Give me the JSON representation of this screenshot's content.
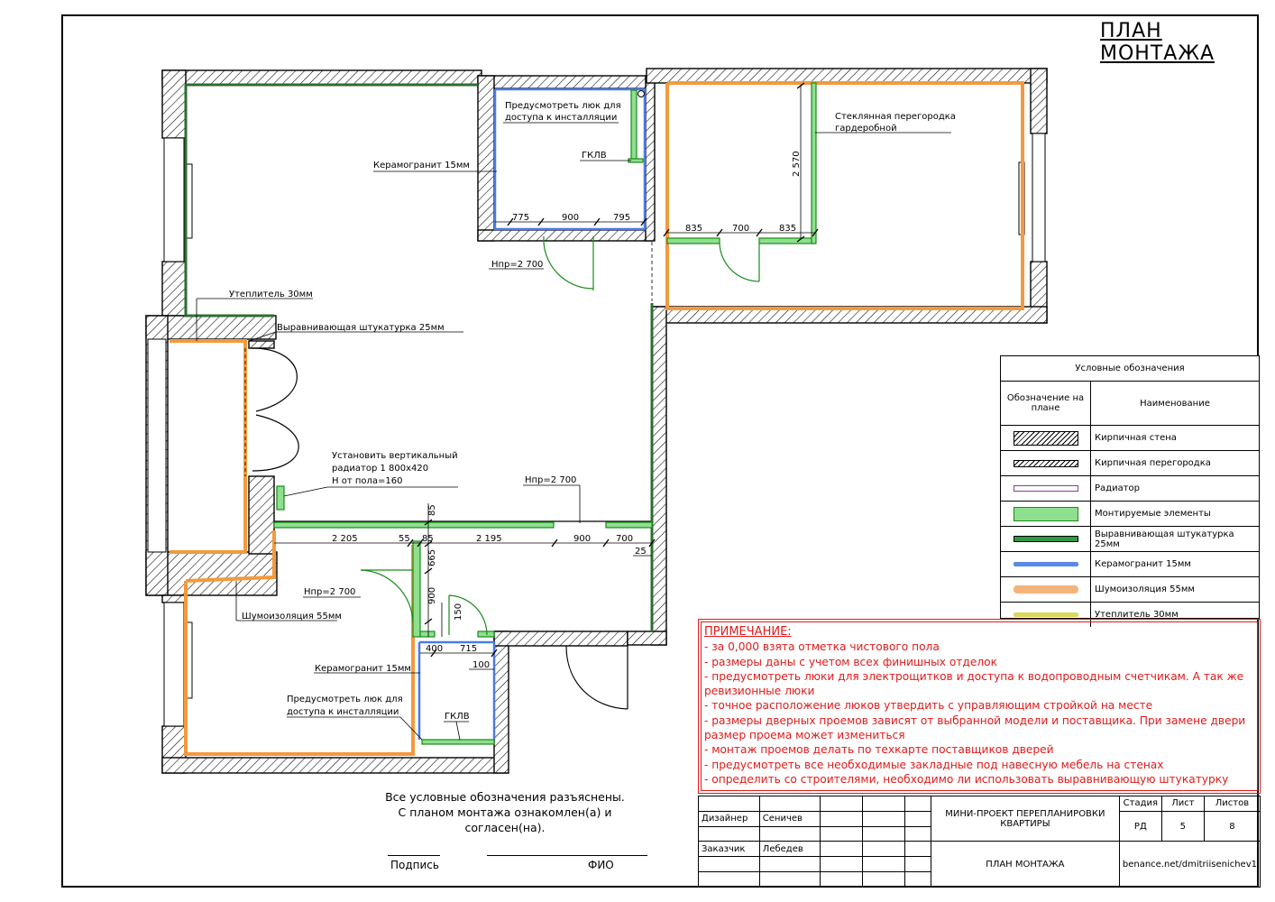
{
  "title": "ПЛАН МОНТАЖА",
  "labels": {
    "keramogranit_top": "Керамогранит 15мм",
    "hatch_top_line1": "Предусмотреть люк для",
    "hatch_top_line2": "доступа к инсталляции",
    "gklv_top": "ГКЛВ",
    "glass_line1": "Стеклянная перегородка",
    "glass_line2": "гардеробной",
    "npr_top": "Нпр=2 700",
    "uteplitel": "Утеплитель 30мм",
    "plaster": "Выравнивающая штукатурка 25мм",
    "radiator_line1": "Установить вертикальный",
    "radiator_line2": "радиатор 1 800х420",
    "radiator_line3": "Н от пола=160",
    "npr_mid": "Нпр=2 700",
    "npr_left": "Нпр=2 700",
    "noise": "Шумоизоляция 55мм",
    "keramogranit_bottom": "Керамогранит 15мм",
    "hatch_bot_line1": "Предусмотреть люк для",
    "hatch_bot_line2": "доступа к инсталляции",
    "gklv_bottom": "ГКЛВ"
  },
  "dimensions": {
    "d775": "775",
    "d900a": "900",
    "d795": "795",
    "d835a": "835",
    "d700a": "700",
    "d835b": "835",
    "d2570": "2 570",
    "d2205": "2 205",
    "d55": "55",
    "d85a": "85",
    "d2195": "2 195",
    "d900b": "900",
    "d700b": "700",
    "d85b": "85",
    "d25": "25",
    "d665": "665",
    "d900c": "900",
    "d150": "150",
    "d400": "400",
    "d715": "715",
    "d100": "100"
  },
  "legend": {
    "header": "Условные обозначения",
    "col1": "Обозначение на плане",
    "col2": "Наименование",
    "items": [
      {
        "name": "Кирпичная стена",
        "swatch": "brick"
      },
      {
        "name": "Кирпичная перегородка",
        "swatch": "partition"
      },
      {
        "name": "Радиатор",
        "swatch": "radiator"
      },
      {
        "name": "Монтируемые элементы",
        "swatch": "mounted"
      },
      {
        "name": "Выравнивающая штукатурка 25мм",
        "swatch": "plaster"
      },
      {
        "name": "Керамогранит 15мм",
        "swatch": "ceramic"
      },
      {
        "name": "Шумоизоляция 55мм",
        "swatch": "noise"
      },
      {
        "name": "Утеплитель 30мм",
        "swatch": "insulation"
      }
    ]
  },
  "note": {
    "heading": "ПРИМЕЧАНИЕ:",
    "lines": [
      "- за 0,000 взята отметка чистового пола",
      "- размеры даны с учетом всех финишных отделок",
      "- предусмотреть люки для электрощитков и доступа к водопроводным счетчикам. А так же ревизионные люки",
      "- точное расположение люков утвердить с управляющим стройкой на месте",
      "- размеры дверных проемов зависят от выбранной модели и поставщика. При замене двери размер проема может измениться",
      "- монтаж проемов делать по техкарте поставщиков дверей",
      "- предусмотреть все необходимые закладные под навесную мебель на стенах",
      "- определить со строителями, необходимо ли использовать выравнивающую штукатурку"
    ]
  },
  "agreement": {
    "line1": "Все условные обозначения разъяснены.",
    "line2": "С планом монтажа ознакомлен(а) и",
    "line3": "согласен(на).",
    "sign": "Подпись",
    "fio": "ФИО"
  },
  "stamp": {
    "designer_label": "Дизайнер",
    "designer_name": "Сеничев",
    "client_label": "Заказчик",
    "client_name": "Лебедев",
    "project": "МИНИ-ПРОЕКТ ПЕРЕПЛАНИРОВКИ КВАРТИРЫ",
    "sheet_title": "ПЛАН МОНТАЖА",
    "stage_label": "Стадия",
    "sheet_label": "Лист",
    "sheets_label": "Листов",
    "stage": "РД",
    "sheet": "5",
    "sheets": "8",
    "site": "benance.net/dmitriisenichev1"
  },
  "colors": {
    "mounted": "#1faa2a",
    "ceramic": "#4a7be6",
    "noise": "#f39a3c",
    "insulation": "#d6d65a",
    "note": "#e21b1b"
  }
}
